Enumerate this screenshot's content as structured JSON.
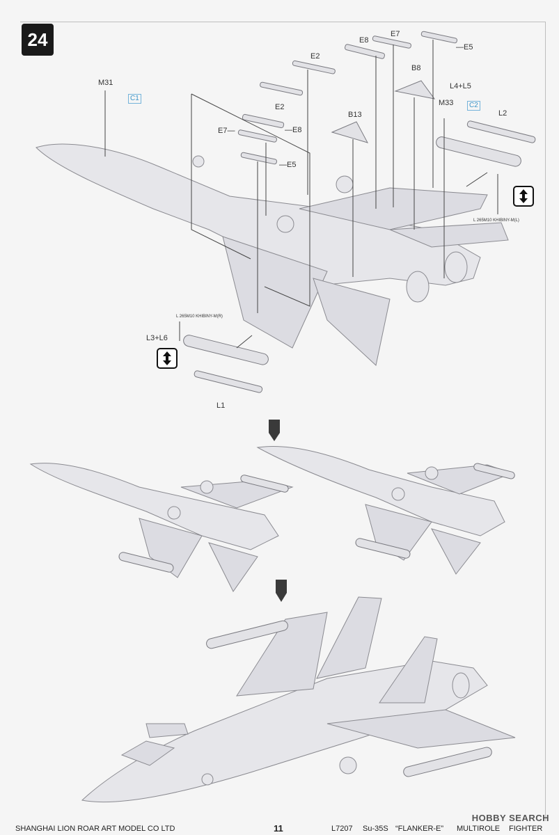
{
  "step": {
    "number": "24"
  },
  "labels": {
    "m31": "M31",
    "c1": "C1",
    "e2_top": "E2",
    "e2_mid": "E2",
    "e8_top": "E8",
    "e7_top": "E7",
    "e5_top": "—E5",
    "b8": "B8",
    "l4l5": "L4+L5",
    "m33": "M33",
    "c2": "C2",
    "l2": "L2",
    "e7_left": "E7—",
    "e8_right": "—E8",
    "e5_mid": "—E5",
    "b13": "B13",
    "khibiny_l": "L 265M10 KHIBINY-M(L)",
    "khibiny_r": "L 265M10 KHIBINY-M(R)",
    "l3l6": "L3+L6",
    "l1": "L1"
  },
  "footer": {
    "company": "SHANGHAI LION ROAR ART MODEL CO LTD",
    "page": "11",
    "kit": "L7207",
    "model": "Su-35S",
    "name": "“FLANKER-E”",
    "role1": "MULTIROLE",
    "role2": "FIGHTER"
  },
  "watermark": "HOBBY SEARCH",
  "icons": {
    "flip": "flip-over-icon",
    "next": "down-arrow-icon"
  },
  "colors": {
    "callout": "#3a94c8",
    "model": "#e6e6ea"
  }
}
